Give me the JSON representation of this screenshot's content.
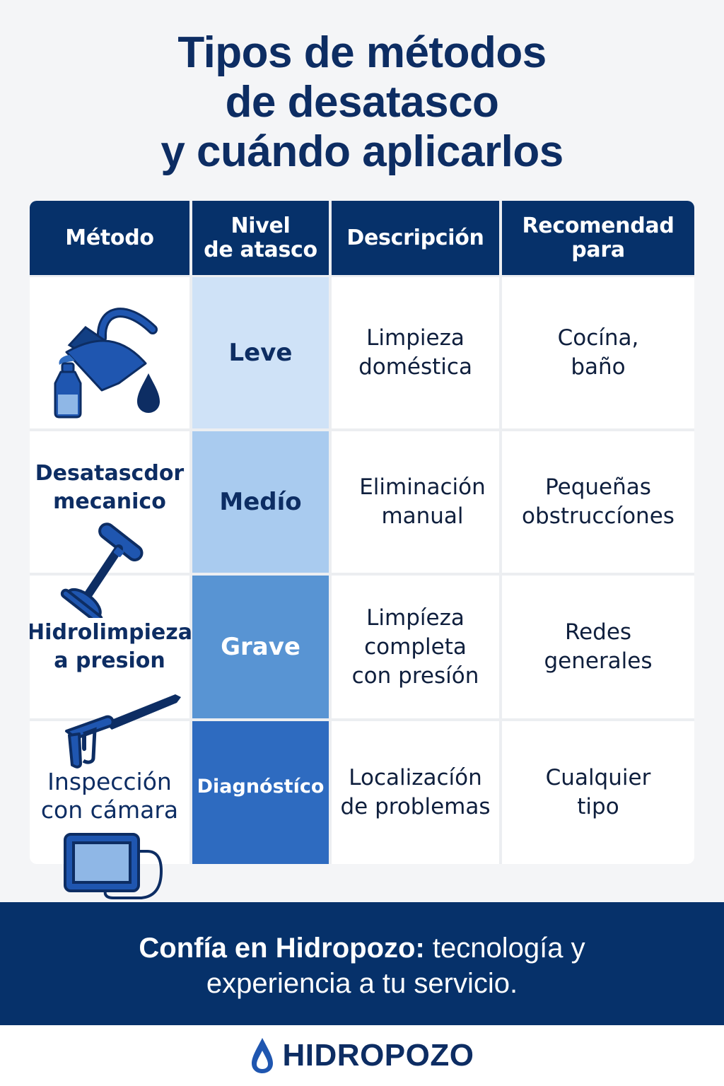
{
  "title": {
    "line1": "Tipos de métodos",
    "line2": "de desatasco",
    "line3": "y cuándo aplicarlos"
  },
  "table": {
    "headers": [
      {
        "line1": "Método",
        "line2": ""
      },
      {
        "line1": "Nivel",
        "line2": "de atasco"
      },
      {
        "line1": "Descripción",
        "line2": ""
      },
      {
        "line1": "Recomendad",
        "line2": "para"
      }
    ],
    "rows": [
      {
        "method": {
          "line1": "",
          "line2": "",
          "icon": "pouring-liquid-icon"
        },
        "level": "Leve",
        "level_color": "#cfe2f7",
        "description": {
          "line1": "Limpieza",
          "line2": "domésti­ca",
          "line3": ""
        },
        "recommended": {
          "line1": "Cocína,",
          "line2": "baño"
        }
      },
      {
        "method": {
          "line1": "Desatascdor",
          "line2": "mecanico",
          "icon": "plunger-icon"
        },
        "level": "Medío",
        "level_color": "#a9cbef",
        "description": {
          "line1": "Eliminación",
          "line2": "manual",
          "line3": ""
        },
        "recommended": {
          "line1": "Pequeñas",
          "line2": "obstruccíones"
        }
      },
      {
        "method": {
          "line1": "Hidrolimpieza",
          "line2": "a presion",
          "icon": "pressure-washer-icon"
        },
        "level": "Grave",
        "level_color": "#5894d3",
        "description": {
          "line1": "Limpíeza",
          "line2": "completa",
          "line3": "con presíón"
        },
        "recommended": {
          "line1": "Redes",
          "line2": "generales"
        }
      },
      {
        "method": {
          "line1": "Inspección",
          "line2": "con cámara",
          "icon": "camera-monitor-icon"
        },
        "level": "Diagnóstíco",
        "level_color": "#2e6bc0",
        "description": {
          "line1": "Localizacíón",
          "line2": "de problemas",
          "line3": ""
        },
        "recommended": {
          "line1": "Cualquier",
          "line2": "tipo"
        }
      }
    ]
  },
  "banner": {
    "bold": "Confía en Hidropozo:",
    "rest": " tecnología y",
    "line2": "experiencia a tu servicio."
  },
  "footer": {
    "brand": "HIDROPOZO",
    "icon": "water-drop-icon"
  },
  "colors": {
    "navy": "#06316a",
    "accent": "#1f56b0"
  }
}
